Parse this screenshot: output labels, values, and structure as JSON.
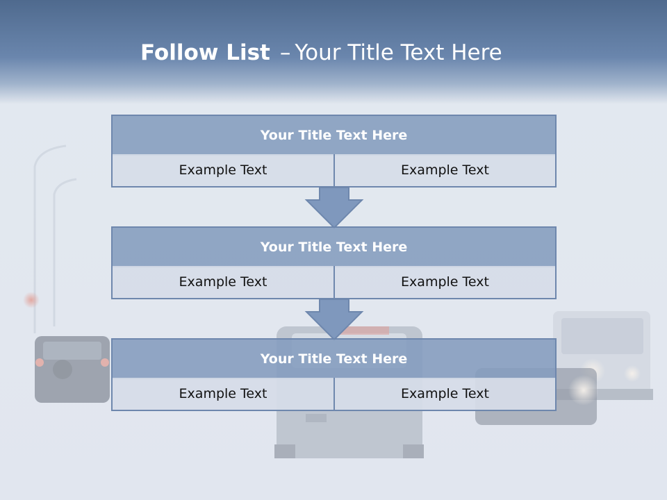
{
  "slide": {
    "title_bold": "Follow List",
    "title_sep": "–",
    "title_rest": "Your Title Text Here"
  },
  "blocks": [
    {
      "title": "Your Title Text Here",
      "left": "Example Text",
      "right": "Example Text"
    },
    {
      "title": "Your Title Text Here",
      "left": "Example Text",
      "right": "Example Text"
    },
    {
      "title": "Your Title Text Here",
      "left": "Example Text",
      "right": "Example Text"
    }
  ],
  "colors": {
    "header": "#5d7aa2",
    "box_fill": "#849cbe",
    "box_border": "#6e87ad",
    "cell_fill": "#d6dce8",
    "arrow_fill": "#7f98bd"
  }
}
